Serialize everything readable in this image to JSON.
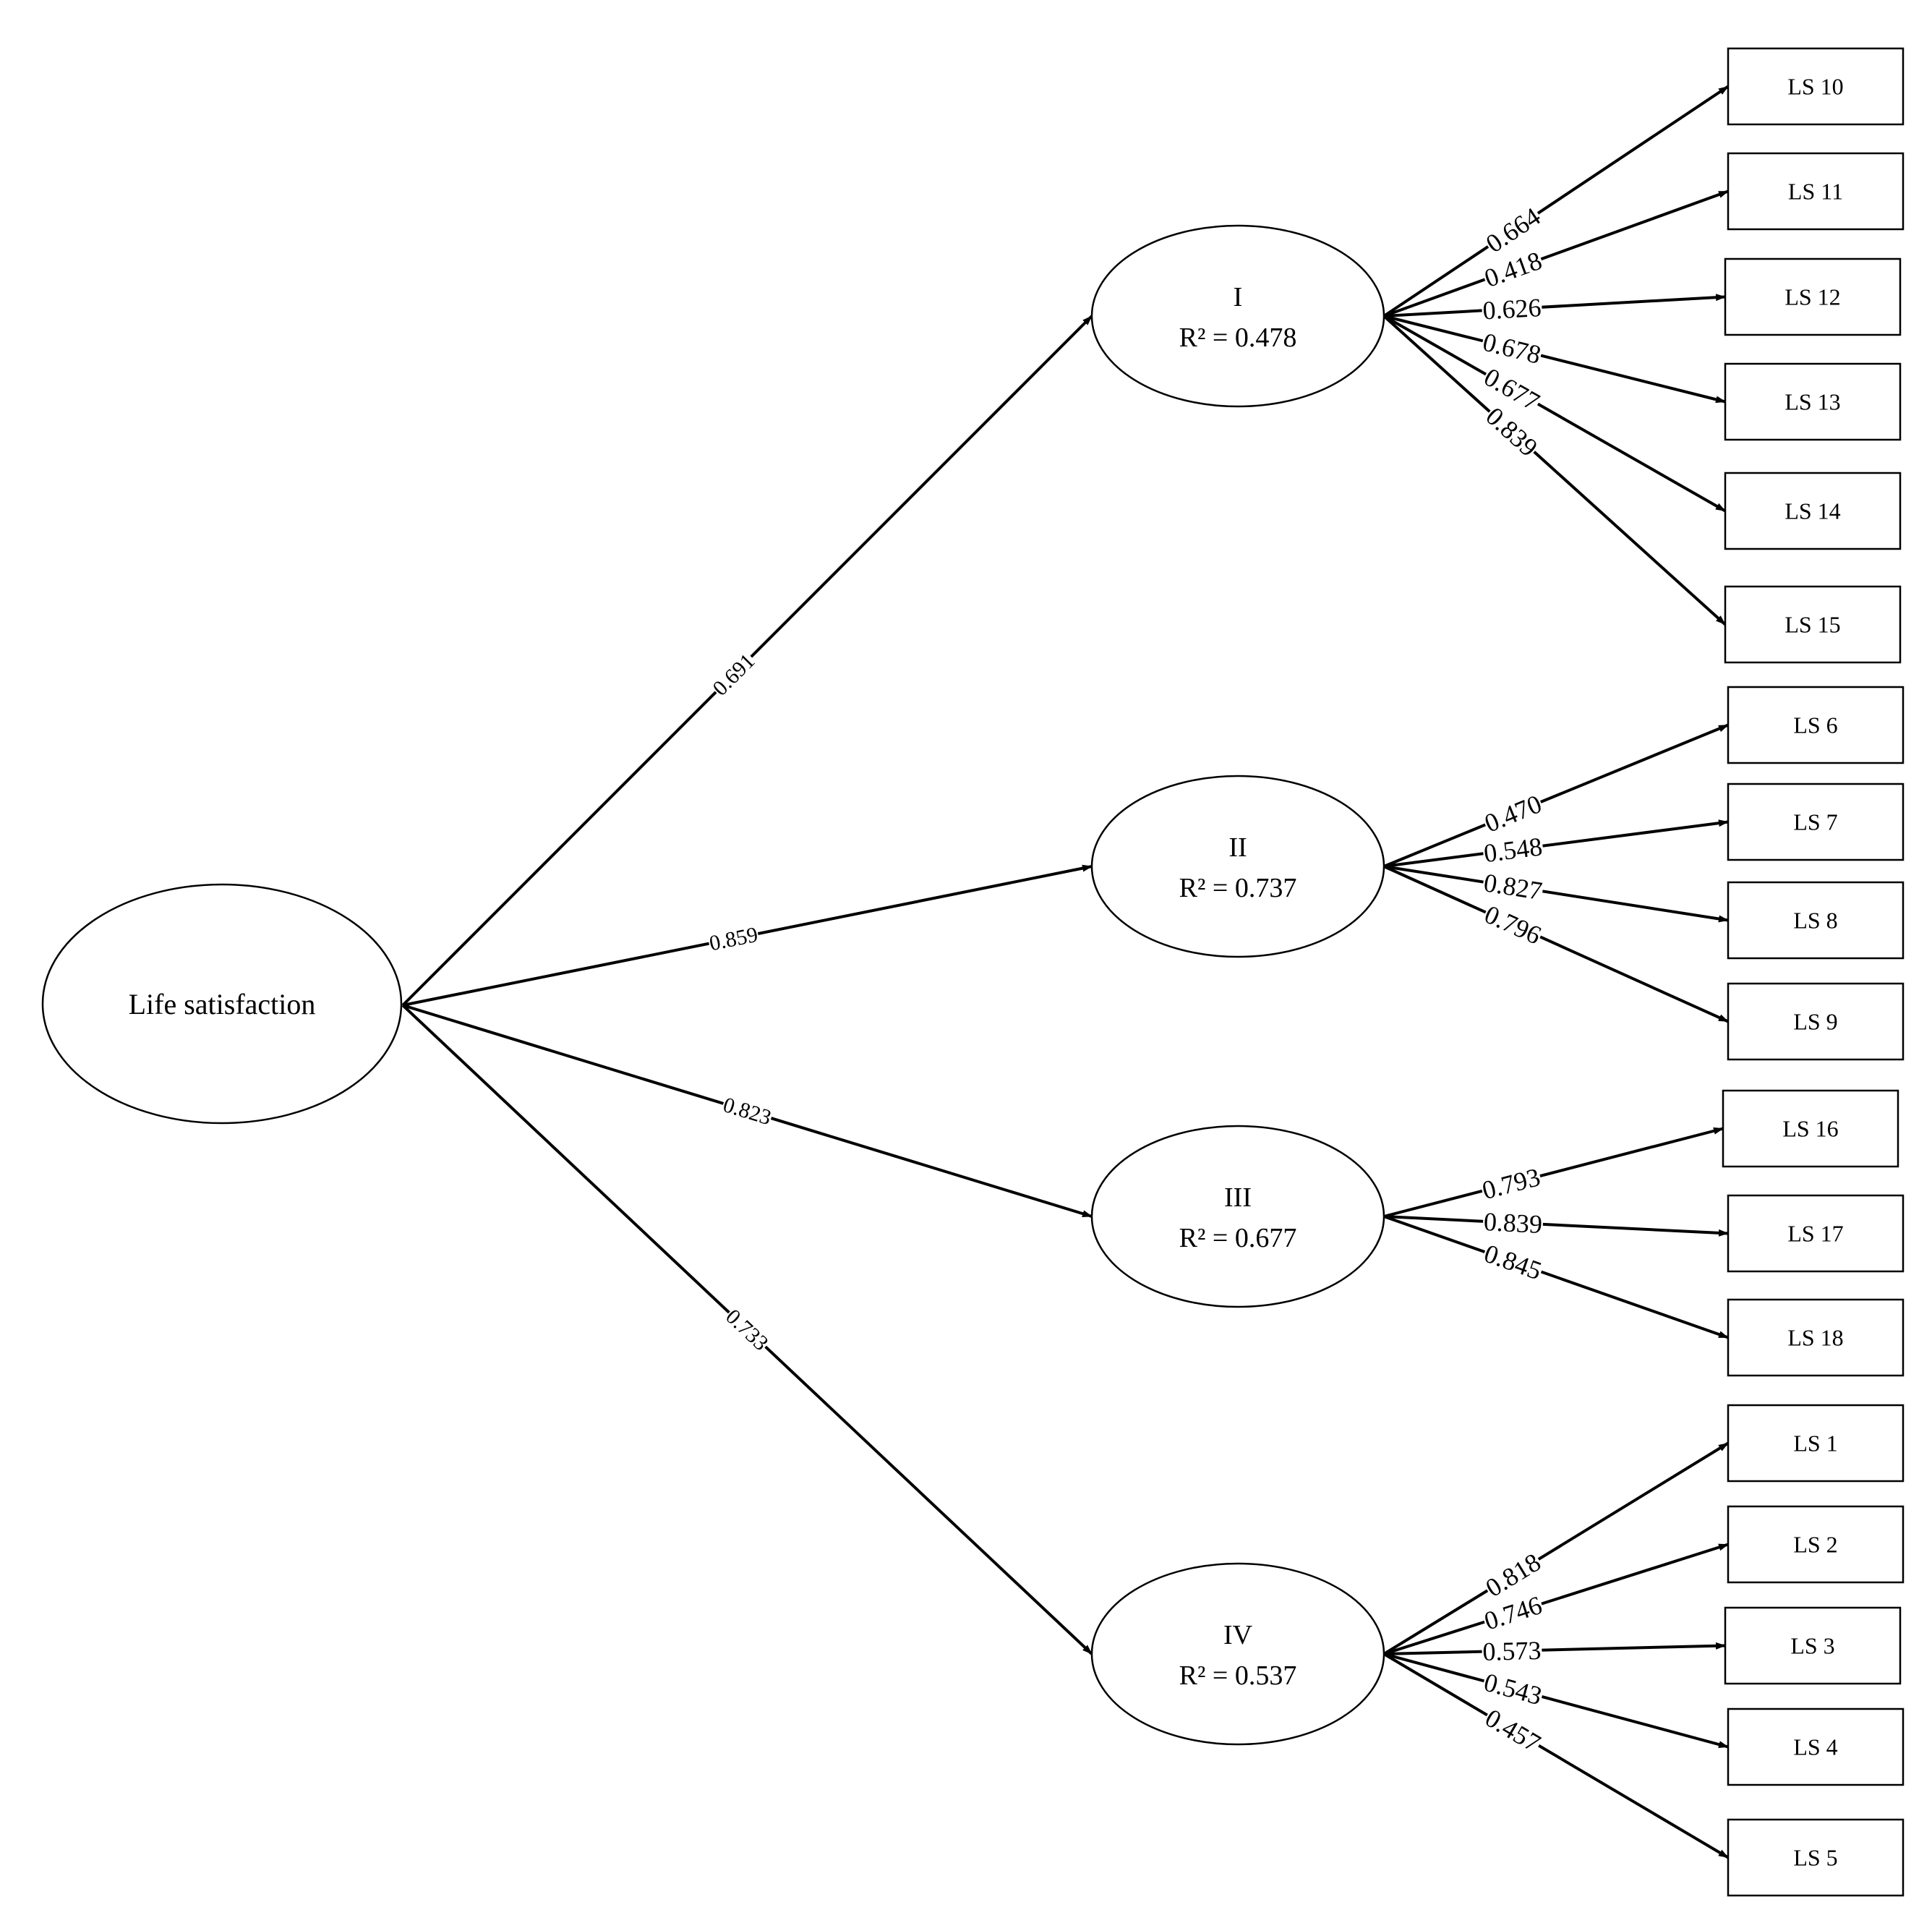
{
  "diagram": {
    "root": {
      "id": "LS",
      "label": "Life satisfaction"
    },
    "factors": [
      {
        "id": "I",
        "label": "I",
        "r2": "R² = 0.478"
      },
      {
        "id": "II",
        "label": "II",
        "r2": "R² = 0.737"
      },
      {
        "id": "III",
        "label": "III",
        "r2": "R² = 0.677"
      },
      {
        "id": "IV",
        "label": "IV",
        "r2": "R² = 0.537"
      }
    ],
    "items": [
      {
        "id": "LS10",
        "label": "LS 10"
      },
      {
        "id": "LS11",
        "label": "LS 11"
      },
      {
        "id": "LS12",
        "label": "LS 12"
      },
      {
        "id": "LS13",
        "label": "LS 13"
      },
      {
        "id": "LS14",
        "label": "LS 14"
      },
      {
        "id": "LS15",
        "label": "LS 15"
      },
      {
        "id": "LS6",
        "label": "LS 6"
      },
      {
        "id": "LS7",
        "label": "LS 7"
      },
      {
        "id": "LS8",
        "label": "LS 8"
      },
      {
        "id": "LS9",
        "label": "LS 9"
      },
      {
        "id": "LS16",
        "label": "LS 16"
      },
      {
        "id": "LS17",
        "label": "LS 17"
      },
      {
        "id": "LS18",
        "label": "LS 18"
      },
      {
        "id": "LS1",
        "label": "LS 1"
      },
      {
        "id": "LS2",
        "label": "LS 2"
      },
      {
        "id": "LS3",
        "label": "LS 3"
      },
      {
        "id": "LS4",
        "label": "LS 4"
      },
      {
        "id": "LS5",
        "label": "LS 5"
      }
    ],
    "paths": [
      {
        "from": "LS",
        "to": "I",
        "weight": "0.691"
      },
      {
        "from": "LS",
        "to": "II",
        "weight": "0.859"
      },
      {
        "from": "LS",
        "to": "III",
        "weight": "0.823"
      },
      {
        "from": "LS",
        "to": "IV",
        "weight": "0.733"
      },
      {
        "from": "I",
        "to": "LS10",
        "weight": "0.664"
      },
      {
        "from": "I",
        "to": "LS11",
        "weight": "0.418"
      },
      {
        "from": "I",
        "to": "LS12",
        "weight": "0.626"
      },
      {
        "from": "I",
        "to": "LS13",
        "weight": "0.678"
      },
      {
        "from": "I",
        "to": "LS14",
        "weight": "0.677"
      },
      {
        "from": "I",
        "to": "LS15",
        "weight": "0.839"
      },
      {
        "from": "II",
        "to": "LS6",
        "weight": "0.470"
      },
      {
        "from": "II",
        "to": "LS7",
        "weight": "0.548"
      },
      {
        "from": "II",
        "to": "LS8",
        "weight": "0.827"
      },
      {
        "from": "II",
        "to": "LS9",
        "weight": "0.796"
      },
      {
        "from": "III",
        "to": "LS16",
        "weight": "0.793"
      },
      {
        "from": "III",
        "to": "LS17",
        "weight": "0.839"
      },
      {
        "from": "III",
        "to": "LS18",
        "weight": "0.845"
      },
      {
        "from": "IV",
        "to": "LS1",
        "weight": "0.818"
      },
      {
        "from": "IV",
        "to": "LS2",
        "weight": "0.746"
      },
      {
        "from": "IV",
        "to": "LS3",
        "weight": "0.573"
      },
      {
        "from": "IV",
        "to": "LS4",
        "weight": "0.543"
      },
      {
        "from": "IV",
        "to": "LS5",
        "weight": "0.457"
      }
    ]
  }
}
